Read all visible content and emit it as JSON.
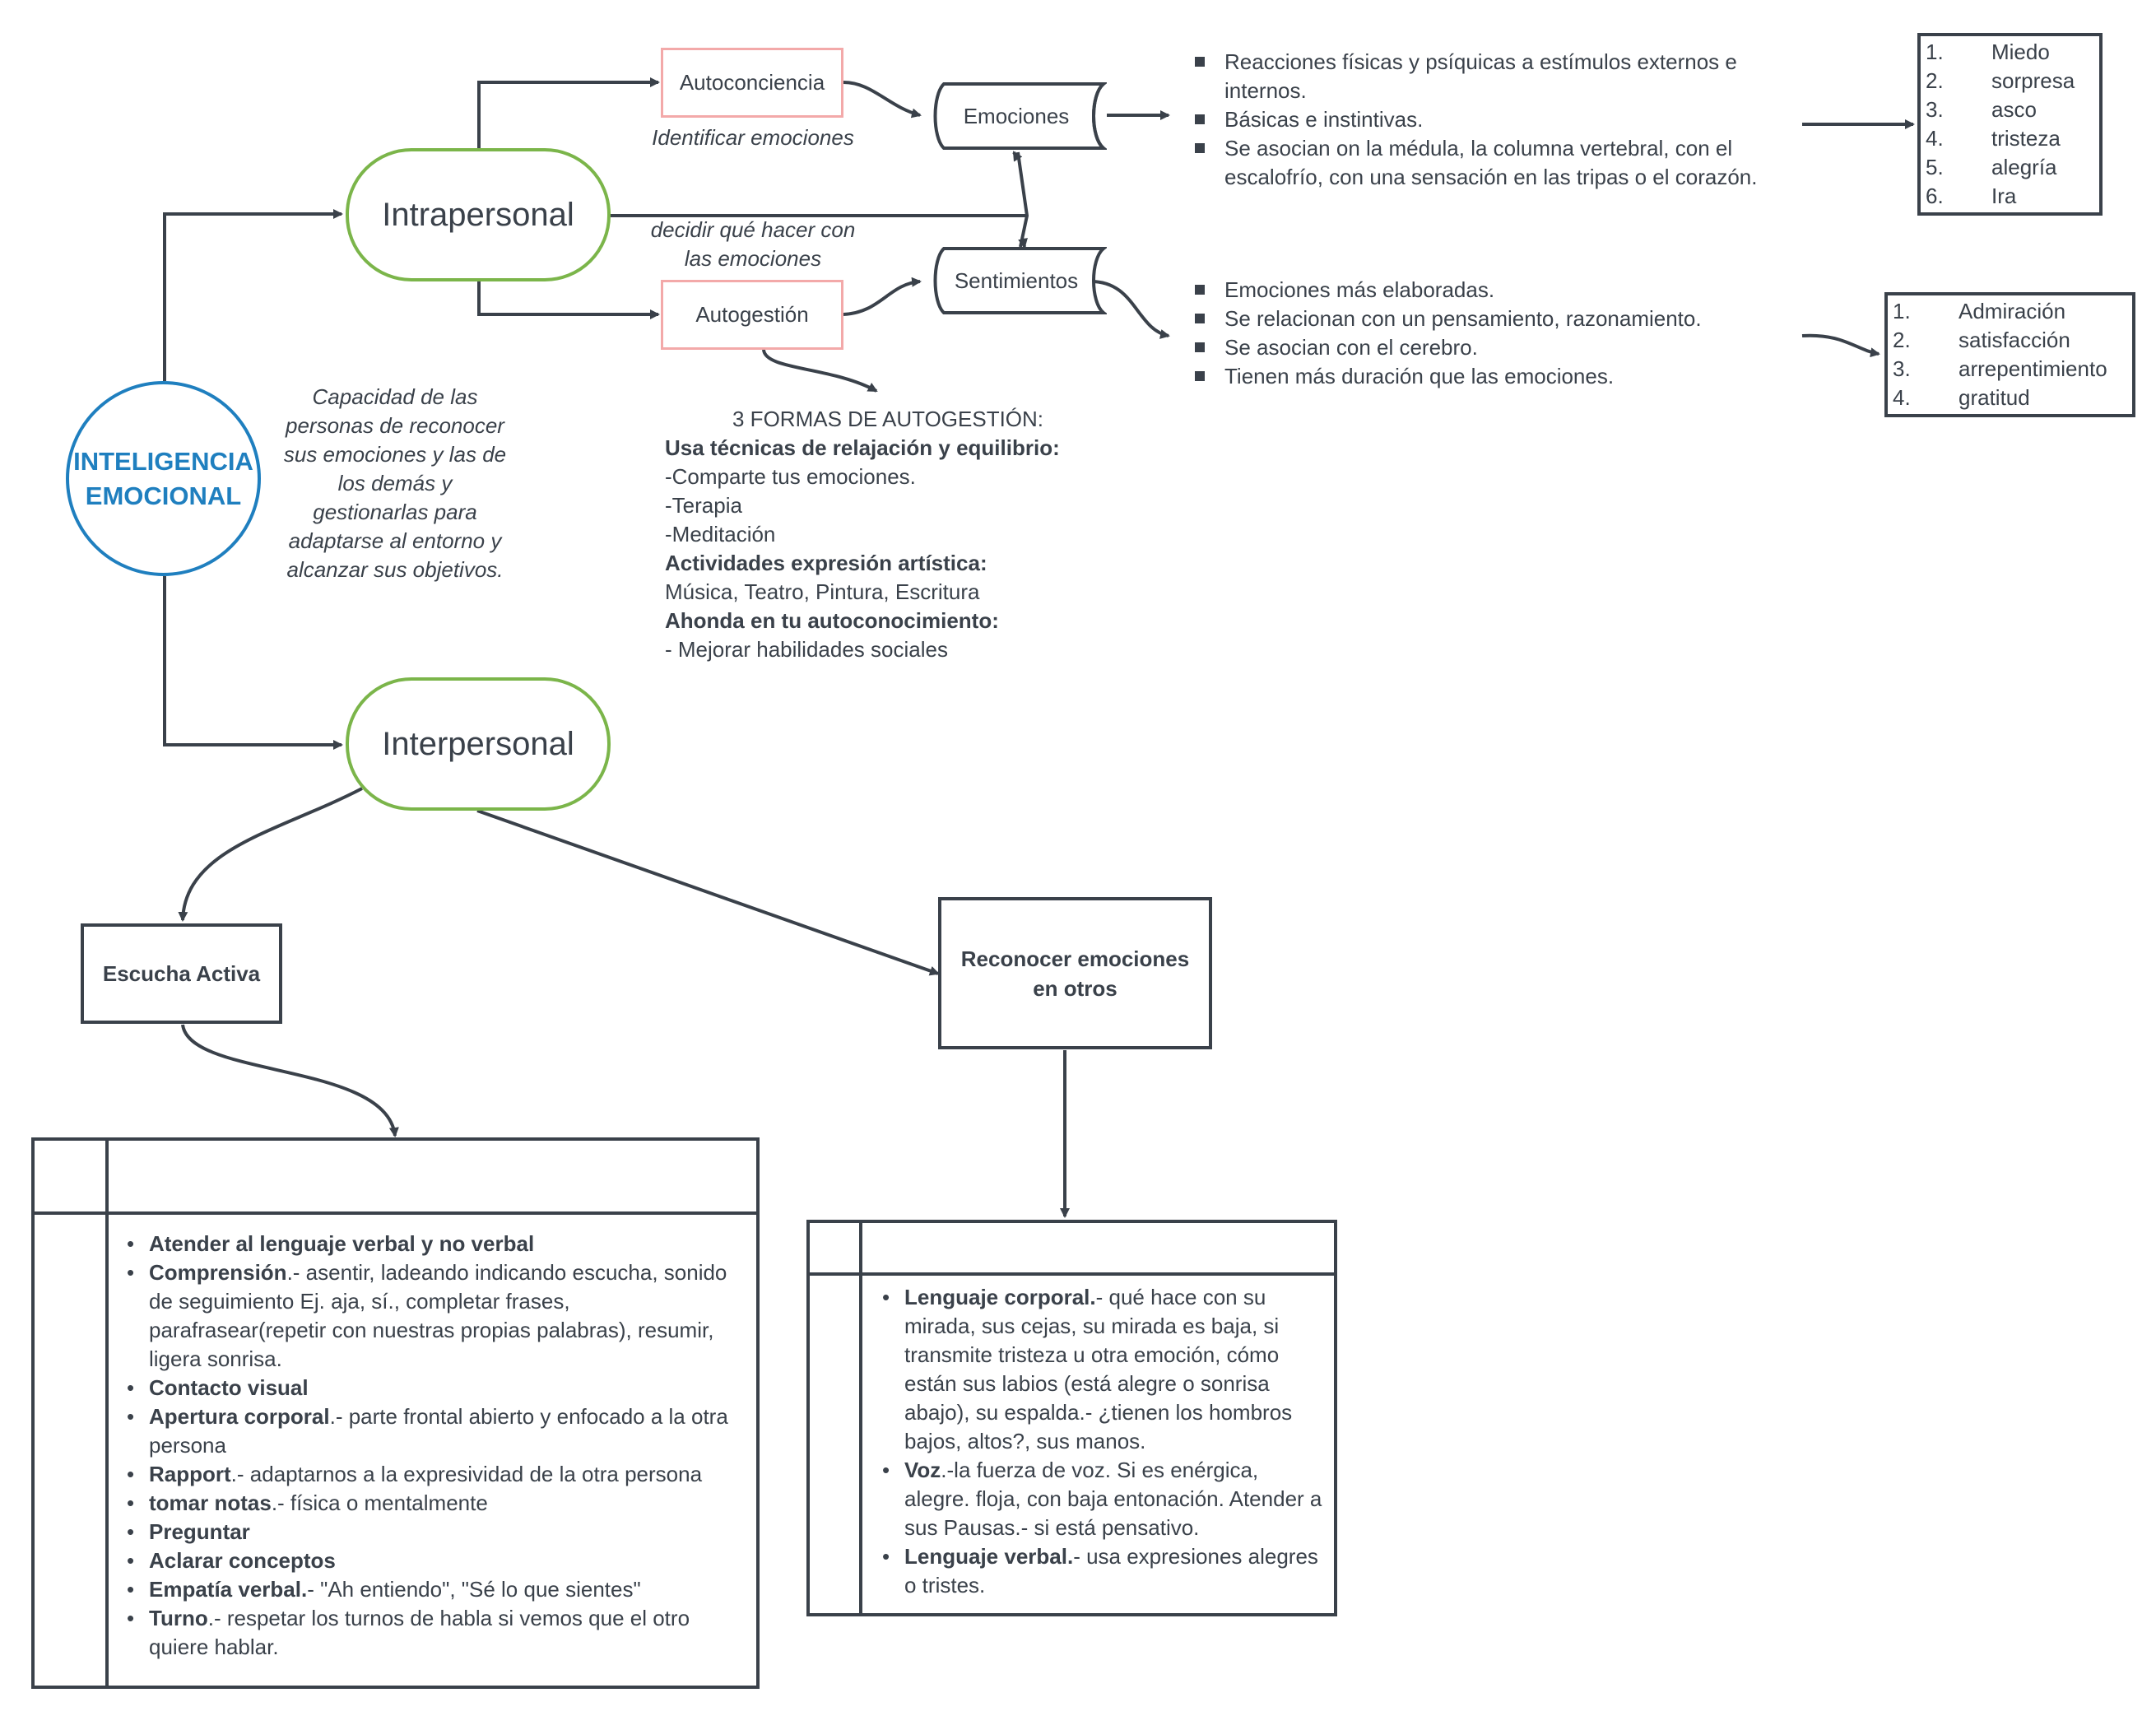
{
  "center": {
    "line1": "INTELIGENCIA",
    "line2": "EMOCIONAL"
  },
  "definition": [
    "Capacidad de las",
    "personas de reconocer",
    "sus emociones y las de",
    "los demás y",
    "gestionarlas para",
    "adaptarse al entorno y",
    "alcanzar sus objetivos."
  ],
  "intrapersonal": "Intrapersonal",
  "interpersonal": "Interpersonal",
  "autoconciencia": "Autoconciencia",
  "autogestion": "Autogestión",
  "identificar": "Identificar emociones",
  "decidir": [
    "decidir qué hacer con",
    "las emociones"
  ],
  "emociones_label": "Emociones",
  "sentimientos_label": "Sentimientos",
  "emociones_bullets": [
    "Reacciones físicas y psíquicas a estímulos externos e internos.",
    "Básicas e instintivas.",
    "Se asocian on la médula, la columna vertebral, con el escalofrío, con una sensación en las tripas o el corazón."
  ],
  "emociones_list": [
    {
      "n": "1.",
      "t": "Miedo"
    },
    {
      "n": "2.",
      "t": "sorpresa"
    },
    {
      "n": "3.",
      "t": "asco"
    },
    {
      "n": "4.",
      "t": "tristeza"
    },
    {
      "n": "5.",
      "t": "alegría"
    },
    {
      "n": "6.",
      "t": "Ira"
    }
  ],
  "sentimientos_bullets": [
    "Emociones más elaboradas.",
    "Se relacionan con un pensamiento, razonamiento.",
    "Se asocian con el cerebro.",
    "Tienen más duración que las emociones."
  ],
  "sentimientos_list": [
    {
      "n": "1.",
      "t": "Admiración"
    },
    {
      "n": "2.",
      "t": "satisfacción"
    },
    {
      "n": "3.",
      "t": "arrepentimiento"
    },
    {
      "n": "4.",
      "t": "gratitud"
    }
  ],
  "autogestion_forms": {
    "title": "3 FORMAS DE AUTOGESTIÓN:",
    "h1": "Usa técnicas de relajación y equilibrio:",
    "l1": "-Comparte tus emociones.",
    "l2": "-Terapia",
    "l3": "-Meditación",
    "h2": "Actividades expresión artística:",
    "l4": "Música, Teatro, Pintura, Escritura",
    "h3": "Ahonda en tu autoconocimiento:",
    "l5": "- Mejorar habilidades sociales"
  },
  "escucha": "Escucha Activa",
  "reconocer": [
    "Reconocer emociones",
    "en otros"
  ],
  "escucha_items": [
    {
      "b": "Atender al lenguaje verbal y no verbal",
      "t": ""
    },
    {
      "b": "Comprensión",
      "t": ".- asentir, ladeando indicando escucha, sonido de seguimiento Ej. aja, sí., completar frases, parafrasear(repetir con nuestras propias palabras), resumir, ligera sonrisa."
    },
    {
      "b": "Contacto visual",
      "t": ""
    },
    {
      "b": "Apertura corporal",
      "t": ".- parte frontal abierto y enfocado a la otra persona"
    },
    {
      "b": "Rapport",
      "t": ".- adaptarnos a la expresividad de la otra persona"
    },
    {
      "b": "tomar notas",
      "t": ".- física o mentalmente"
    },
    {
      "b": "Preguntar",
      "t": ""
    },
    {
      "b": "Aclarar conceptos",
      "t": ""
    },
    {
      "b": "Empatía verbal.",
      "t": "- \"Ah entiendo\", \"Sé lo que sientes\""
    },
    {
      "b": "Turno",
      "t": ".- respetar los turnos de habla si vemos que el otro quiere hablar."
    }
  ],
  "reconocer_items": [
    {
      "b": "Lenguaje corporal.",
      "t": "- qué hace con su mirada, sus cejas, su mirada es baja, si transmite tristeza u otra emoción, cómo están sus labios (está alegre o sonrisa abajo), su espalda.- ¿tienen los hombros bajos, altos?, sus manos."
    },
    {
      "b": "Voz",
      "t": ".-la fuerza de voz. Si es enérgica, alegre. floja, con baja entonación. Atender a sus Pausas.- si está pensativo."
    },
    {
      "b": "Lenguaje verbal.",
      "t": "- usa expresiones alegres o tristes."
    }
  ]
}
